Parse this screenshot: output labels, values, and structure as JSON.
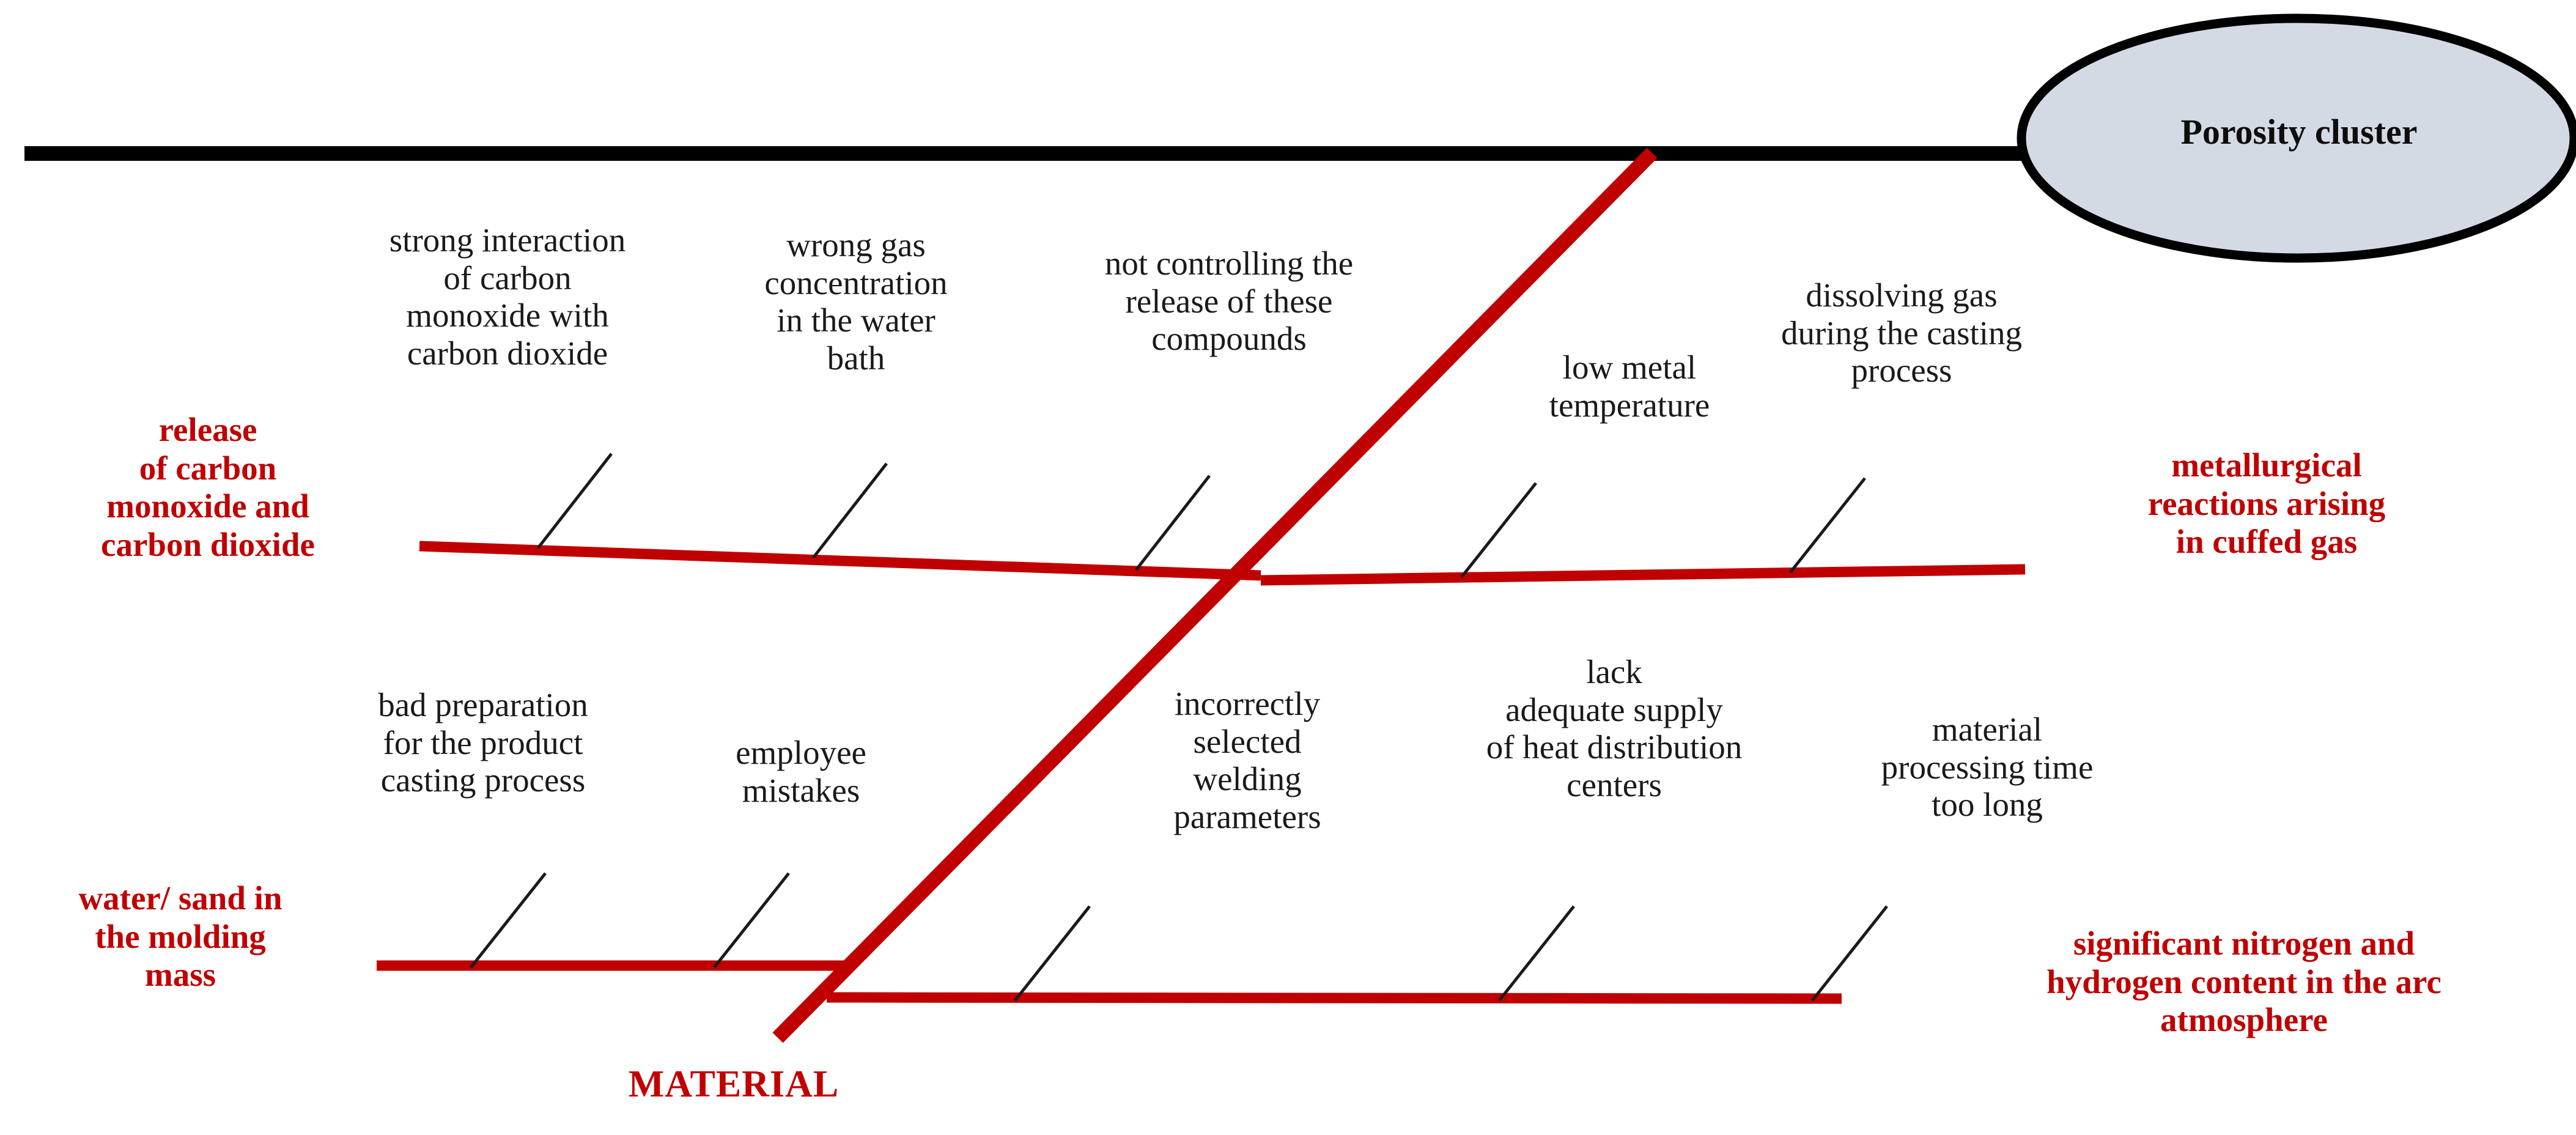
{
  "diagram": {
    "type": "fishbone-ishikawa",
    "effect": {
      "label": "Porosity cluster"
    },
    "spine_label": {
      "label": "MATERIAL"
    },
    "colors": {
      "bone": "#C00000",
      "spine": "#000000",
      "head_fill": "#D4DAE4",
      "cause_text": "#1A1A1A"
    },
    "categories": [
      {
        "id": "release-co-co2",
        "label": "release\nof carbon\nmonoxide and\ncarbon dioxide",
        "position": "upper-left"
      },
      {
        "id": "metallurgical-reactions",
        "label": "metallurgical\nreactions arising\nin cuffed gas",
        "position": "upper-right"
      },
      {
        "id": "water-sand-molding",
        "label": "water/ sand in\nthe molding\nmass",
        "position": "lower-left"
      },
      {
        "id": "nitrogen-hydrogen-arc",
        "label": "significant nitrogen and\nhydrogen content in the arc\natmosphere",
        "position": "lower-right"
      }
    ],
    "causes": [
      {
        "id": "strong-interaction-co-co2",
        "category": "release-co-co2",
        "label": "strong interaction\nof carbon\nmonoxide with\ncarbon dioxide"
      },
      {
        "id": "wrong-gas-concentration",
        "category": "release-co-co2",
        "label": "wrong gas\nconcentration\nin the water\nbath"
      },
      {
        "id": "not-controlling-release",
        "category": "release-co-co2",
        "label": "not controlling the\nrelease of these\ncompounds"
      },
      {
        "id": "low-metal-temperature",
        "category": "metallurgical-reactions",
        "label": "low metal\ntemperature"
      },
      {
        "id": "dissolving-gas-casting",
        "category": "metallurgical-reactions",
        "label": "dissolving gas\nduring the casting\nprocess"
      },
      {
        "id": "bad-preparation-casting",
        "category": "water-sand-molding",
        "label": "bad preparation\nfor the product\ncasting process"
      },
      {
        "id": "employee-mistakes",
        "category": "water-sand-molding",
        "label": "employee\nmistakes"
      },
      {
        "id": "incorrect-welding-parameters",
        "category": "nitrogen-hydrogen-arc",
        "label": "incorrectly\nselected\nwelding\nparameters"
      },
      {
        "id": "lack-heat-distribution",
        "category": "nitrogen-hydrogen-arc",
        "label": "lack\nadequate supply\nof heat distribution\ncenters"
      },
      {
        "id": "material-processing-time",
        "category": "nitrogen-hydrogen-arc",
        "label": "material\nprocessing time\ntoo long"
      }
    ]
  }
}
